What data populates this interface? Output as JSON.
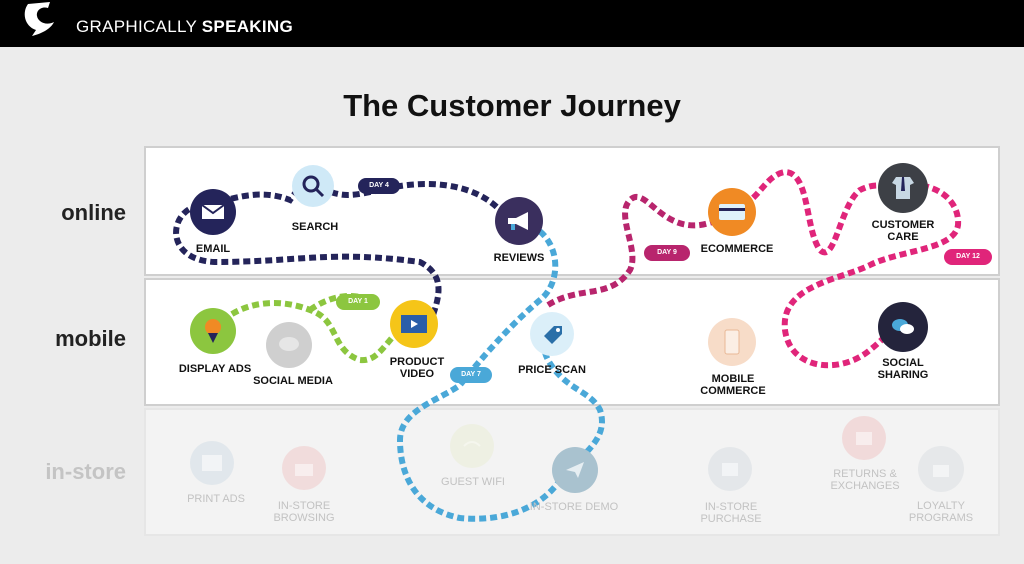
{
  "header": {
    "brand_regular": "GRAPHICALLY ",
    "brand_bold": "SPEAKING"
  },
  "title": "The Customer Journey",
  "rows": {
    "online": "online",
    "mobile": "mobile",
    "instore": "in-store"
  },
  "days": {
    "d4": "DAY 4",
    "d1": "DAY 1",
    "d7": "DAY 7",
    "d9": "DAY 9",
    "d12": "DAY 12"
  },
  "touchpoints": {
    "email": "EMAIL",
    "search": "SEARCH",
    "reviews": "REVIEWS",
    "ecommerce": "ECOMMERCE",
    "customer_care": "CUSTOMER CARE",
    "display_ads": "DISPLAY ADS",
    "social_media": "SOCIAL MEDIA",
    "product_video": "PRODUCT VIDEO",
    "price_scan": "PRICE SCAN",
    "mobile_commerce": "MOBILE COMMERCE",
    "social_sharing": "SOCIAL SHARING",
    "print_ads": "PRINT ADS",
    "instore_browsing": "IN-STORE BROWSING",
    "guest_wifi": "GUEST WIFI",
    "instore_demo": "IN-STORE DEMO",
    "instore_purchase": "IN-STORE PURCHASE",
    "returns": "RETURNS & EXCHANGES",
    "loyalty": "LOYALTY PROGRAMS"
  },
  "colors": {
    "navy": "#24245a",
    "green": "#8cc63f",
    "blue": "#4aa8d8",
    "magenta": "#b8256d",
    "pink": "#e0257a"
  }
}
